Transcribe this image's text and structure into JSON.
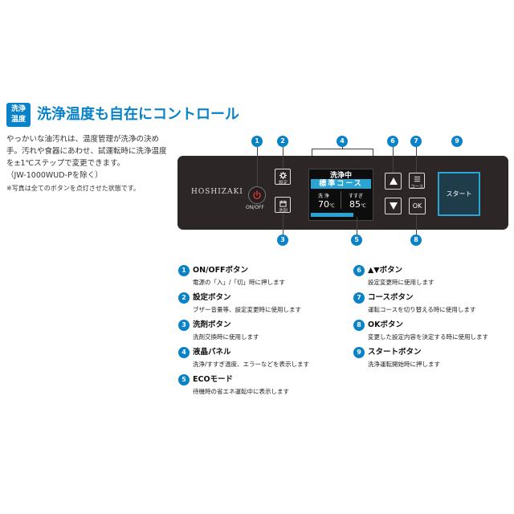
{
  "header": {
    "badge_line1": "洗浄",
    "badge_line2": "温度",
    "title": "洗浄温度も自在にコントロール",
    "intro": [
      "やっかいな油汚れは、温度管理が洗浄の決め",
      "手。汚れや食器にあわせ、試運転時に洗浄温度",
      "を±1℃ステップで変更できます。",
      "（JW-1000WUD-Pを除く）"
    ],
    "note": "※写真は全てのボタンを点灯させた状態です。"
  },
  "panel": {
    "brand": "HOSHIZAKI",
    "power_label": "ON/OFF",
    "settings_label": "設定",
    "detergent_label": "洗剤",
    "course_label": "コース",
    "ok_label": "OK",
    "start_label": "スタート",
    "lcd": {
      "title": "洗浄中",
      "course": "標準コース",
      "wash_label": "洗 浄",
      "wash_temp": "70",
      "rinse_label": "すすぎ",
      "rinse_temp": "85",
      "unit": "℃"
    }
  },
  "callouts": [
    "1",
    "2",
    "3",
    "4",
    "5",
    "6",
    "7",
    "8",
    "9"
  ],
  "legend": [
    {
      "num": "1",
      "title": "ON/OFFボタン",
      "desc": "電源の「入」/「切」時に押します"
    },
    {
      "num": "2",
      "title": "設定ボタン",
      "desc": "ブザー音量等、設定変更時に使用します"
    },
    {
      "num": "3",
      "title": "洗剤ボタン",
      "desc": "洗剤交換時に使用します"
    },
    {
      "num": "4",
      "title": "液晶パネル",
      "desc": "洗浄/すすぎ温度、エラーなどを表示します"
    },
    {
      "num": "5",
      "title": "ECOモード",
      "desc": "待機時の省エネ運転中に表示します"
    },
    {
      "num": "6",
      "title": "▲▼ボタン",
      "desc": "設定変更時に使用します"
    },
    {
      "num": "7",
      "title": "コースボタン",
      "desc": "運転コースを切り替える時に使用します"
    },
    {
      "num": "8",
      "title": "OKボタン",
      "desc": "変更した設定内容を決定する時に使用します"
    },
    {
      "num": "9",
      "title": "スタートボタン",
      "desc": "洗浄運転開始時に押します"
    }
  ],
  "colors": {
    "accent": "#0a82c8",
    "panel": "#2d2626",
    "lcd_highlight": "#2aa4d2"
  },
  "icons": [
    "power-icon",
    "gear-icon",
    "calendar-icon",
    "arrow-up-icon",
    "arrow-down-icon",
    "menu-icon"
  ]
}
